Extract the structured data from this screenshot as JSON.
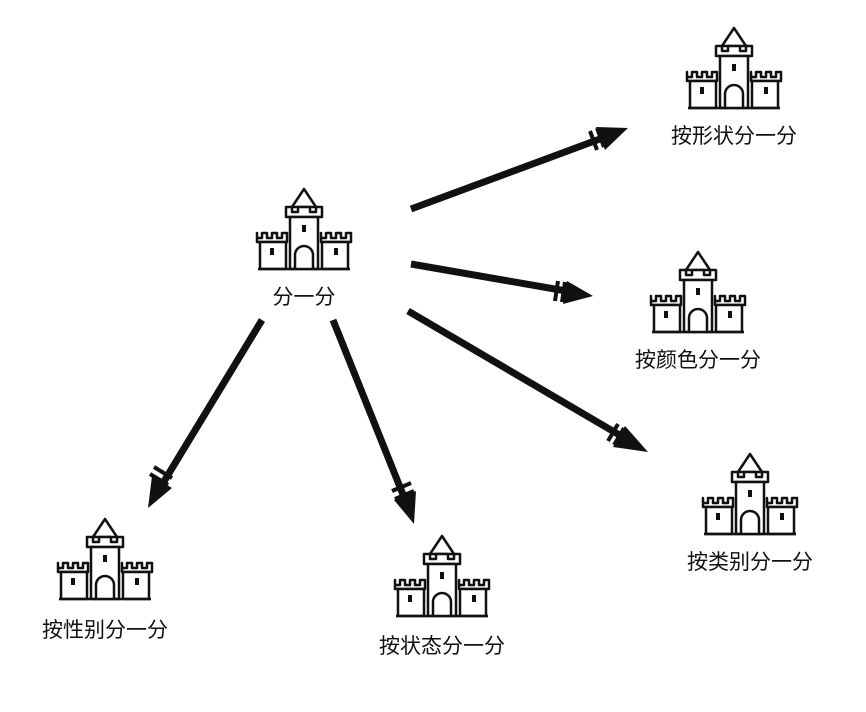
{
  "diagram": {
    "center": {
      "label": "分一分"
    },
    "branches": [
      {
        "label": "按形状分一分"
      },
      {
        "label": "按颜色分一分"
      },
      {
        "label": "按类别分一分"
      },
      {
        "label": "按性别分一分"
      },
      {
        "label": "按状态分一分"
      }
    ]
  },
  "colors": {
    "ink": "#111111",
    "background": "#ffffff"
  },
  "icons": {
    "node_icon": "castle-icon"
  }
}
